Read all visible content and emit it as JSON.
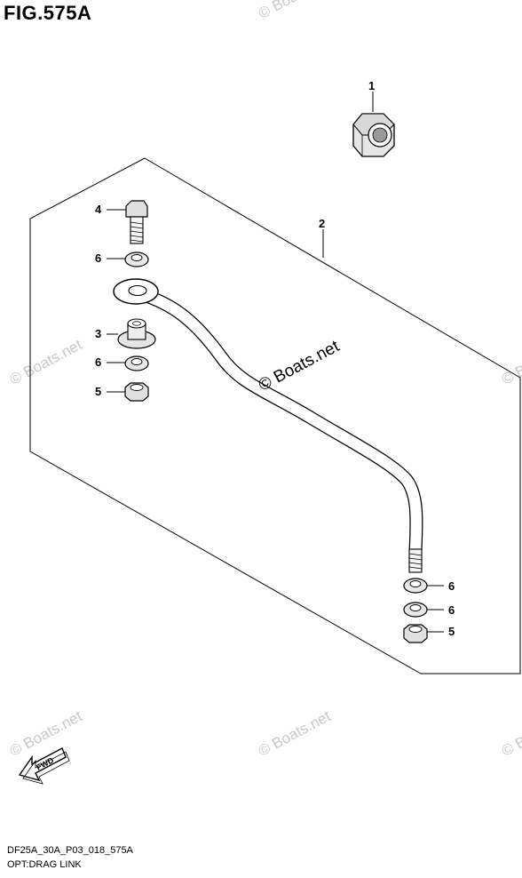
{
  "figure": {
    "title": "FIG.575A",
    "code": "DF25A_30A_P03_018_575A",
    "name": "OPT:DRAG LINK"
  },
  "watermark": {
    "text": "© Boats.net"
  },
  "callouts": {
    "nut_top": "1",
    "drag_link": "2",
    "bushing": "3",
    "bolt": "4",
    "nut_left": "5",
    "washer_left_upper": "6",
    "washer_left_lower": "6",
    "washer_right_upper": "6",
    "washer_right_lower": "6",
    "nut_right": "5"
  },
  "fwd_label": "FWD"
}
